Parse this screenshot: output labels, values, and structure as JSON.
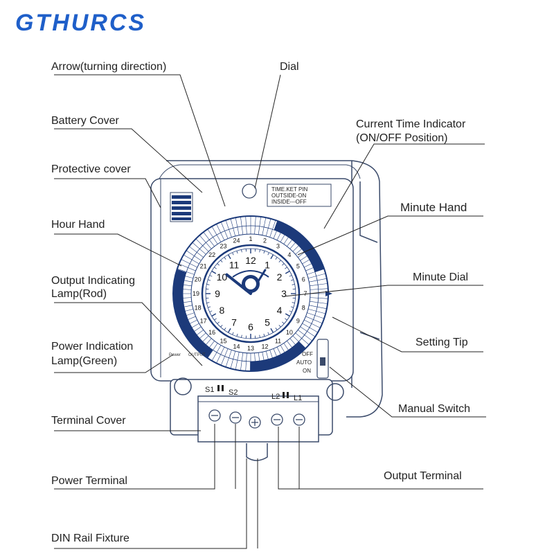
{
  "brand": "GTHURCS",
  "labels": {
    "arrow": "Arrow(turning direction)",
    "dial": "Dial",
    "battery_cover": "Battery Cover",
    "current_time_1": "Current Time Indicator",
    "current_time_2": "(ON/OFF Position)",
    "protective_cover": "Protective cover",
    "minute_hand": "Minute Hand",
    "hour_hand": "Hour Hand",
    "minute_dial": "Minute Dial",
    "output_lamp_1": "Output Indicating",
    "output_lamp_2": "Lamp(Rod)",
    "setting_tip": "Setting Tip",
    "power_lamp_1": "Power Indication",
    "power_lamp_2": "Lamp(Green)",
    "manual_switch": "Manual Switch",
    "terminal_cover": "Terminal Cover",
    "power_terminal": "Power Terminal",
    "output_terminal": "Output Terminal",
    "din_rail": "DIN Rail Fixture"
  },
  "device": {
    "pin_text_1": "TIME.KET PIN",
    "pin_text_2": "OUTSIDE-ON",
    "pin_text_3": "INSIDE---OFF",
    "switch_off": "OFF",
    "switch_auto": "AUTO",
    "switch_on": "ON",
    "power_small": "Power",
    "output_small": "OUTPUT",
    "s1": "S1",
    "s2": "S2",
    "l2": "L2",
    "l1": "L1"
  },
  "dial_numbers": [
    "12",
    "1",
    "2",
    "3",
    "4",
    "5",
    "6",
    "7",
    "8",
    "9",
    "10",
    "11"
  ],
  "outer_ring_numbers": [
    "13",
    "14",
    "15",
    "16",
    "17",
    "18",
    "19",
    "20",
    "21",
    "22",
    "23",
    "24",
    "1",
    "2",
    "3",
    "4",
    "5",
    "6",
    "7",
    "8",
    "9",
    "10",
    "11",
    "12"
  ]
}
